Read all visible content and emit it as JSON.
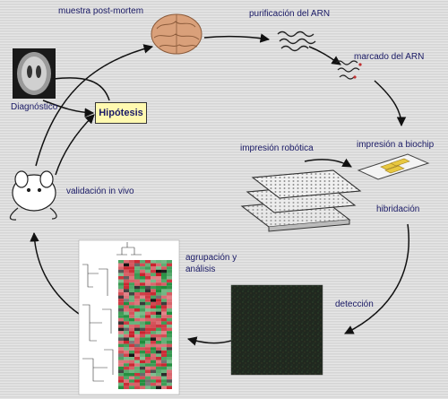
{
  "labels": {
    "post_mortem": "muestra post-mortem",
    "purificacion": "purificación del ARN",
    "marcado": "marcado del ARN",
    "diagnostico": "Diagnóstico",
    "hipotesis": "Hipótesis",
    "impresion_robotica": "impresión robótica",
    "impresion_biochip": "impresión a biochip",
    "validacion": "validación in vivo",
    "hibridacion": "hibridación",
    "agrupacion": "agrupación y",
    "analisis": "análisis",
    "deteccion": "detección"
  },
  "colors": {
    "label_text": "#1a1a66",
    "hypothesis_fill": "#fff9b0",
    "arrow": "#111111",
    "chip": "#e8c840",
    "heatmap_red": "#c8202a",
    "heatmap_green": "#1e8c3a"
  },
  "icons": [
    "brain-image",
    "rna-strand-icon",
    "labeled-rna-icon",
    "mri-scan-image",
    "mouse-drawing",
    "plate-stack-image",
    "biochip-icon",
    "dendrogram-heatmap-image",
    "microarray-scan-image"
  ]
}
